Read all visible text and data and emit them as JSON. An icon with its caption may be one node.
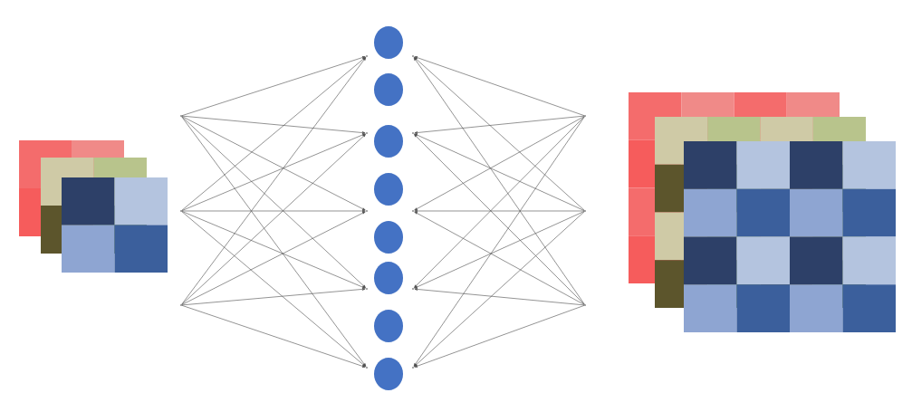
{
  "diagram": {
    "nodes": [
      {
        "text": [],
        "shape": "picture"
      },
      {
        "text": [],
        "shape": "point"
      },
      {
        "text": [],
        "shape": "point"
      },
      {
        "text": [],
        "shape": "point"
      },
      {
        "text": [],
        "shape": "point"
      },
      {
        "text": [],
        "shape": "point"
      },
      {
        "text": [],
        "shape": "point"
      },
      {
        "text": [],
        "shape": "point"
      },
      {
        "text": [],
        "shape": "point"
      },
      {
        "text": [],
        "shape": "circle"
      },
      {
        "text": [],
        "shape": "circle"
      },
      {
        "text": [],
        "shape": "circle"
      },
      {
        "text": [],
        "shape": "circle"
      },
      {
        "text": [],
        "shape": "circle"
      },
      {
        "text": [],
        "shape": "circle"
      },
      {
        "text": [],
        "shape": "circle"
      },
      {
        "text": [],
        "shape": "circle"
      },
      {
        "text": [],
        "shape": "point"
      },
      {
        "text": [],
        "shape": "point"
      },
      {
        "text": [],
        "shape": "point"
      },
      {
        "text": [],
        "shape": "point"
      },
      {
        "text": [],
        "shape": "point"
      },
      {
        "text": [],
        "shape": "point"
      },
      {
        "text": [],
        "shape": "point"
      },
      {
        "text": [],
        "shape": "point"
      },
      {
        "text": [],
        "shape": "picture"
      }
    ],
    "edges": [
      {
        "from": 1,
        "to": 4,
        "arrow": "to"
      },
      {
        "from": 1,
        "to": 5,
        "arrow": "to"
      },
      {
        "from": 1,
        "to": 6,
        "arrow": "to"
      },
      {
        "from": 1,
        "to": 7,
        "arrow": "to"
      },
      {
        "from": 1,
        "to": 8,
        "arrow": "to"
      },
      {
        "from": 2,
        "to": 4,
        "arrow": "to"
      },
      {
        "from": 2,
        "to": 5,
        "arrow": "to"
      },
      {
        "from": 2,
        "to": 6,
        "arrow": "to"
      },
      {
        "from": 2,
        "to": 7,
        "arrow": "to"
      },
      {
        "from": 2,
        "to": 8,
        "arrow": "to"
      },
      {
        "from": 3,
        "to": 4,
        "arrow": "to"
      },
      {
        "from": 3,
        "to": 5,
        "arrow": "to"
      },
      {
        "from": 3,
        "to": 6,
        "arrow": "to"
      },
      {
        "from": 3,
        "to": 7,
        "arrow": "to"
      },
      {
        "from": 3,
        "to": 8,
        "arrow": "to"
      },
      {
        "from": 22,
        "to": 17,
        "arrow": "to"
      },
      {
        "from": 22,
        "to": 18,
        "arrow": "to"
      },
      {
        "from": 22,
        "to": 19,
        "arrow": "to"
      },
      {
        "from": 22,
        "to": 20,
        "arrow": "to"
      },
      {
        "from": 22,
        "to": 21,
        "arrow": "to"
      },
      {
        "from": 23,
        "to": 17,
        "arrow": "to"
      },
      {
        "from": 23,
        "to": 18,
        "arrow": "to"
      },
      {
        "from": 23,
        "to": 19,
        "arrow": "to"
      },
      {
        "from": 23,
        "to": 20,
        "arrow": "to"
      },
      {
        "from": 23,
        "to": 21,
        "arrow": "to"
      },
      {
        "from": 24,
        "to": 17,
        "arrow": "to"
      },
      {
        "from": 24,
        "to": 18,
        "arrow": "to"
      },
      {
        "from": 24,
        "to": 19,
        "arrow": "to"
      },
      {
        "from": 24,
        "to": 20,
        "arrow": "to"
      },
      {
        "from": 24,
        "to": 21,
        "arrow": "to"
      }
    ]
  }
}
